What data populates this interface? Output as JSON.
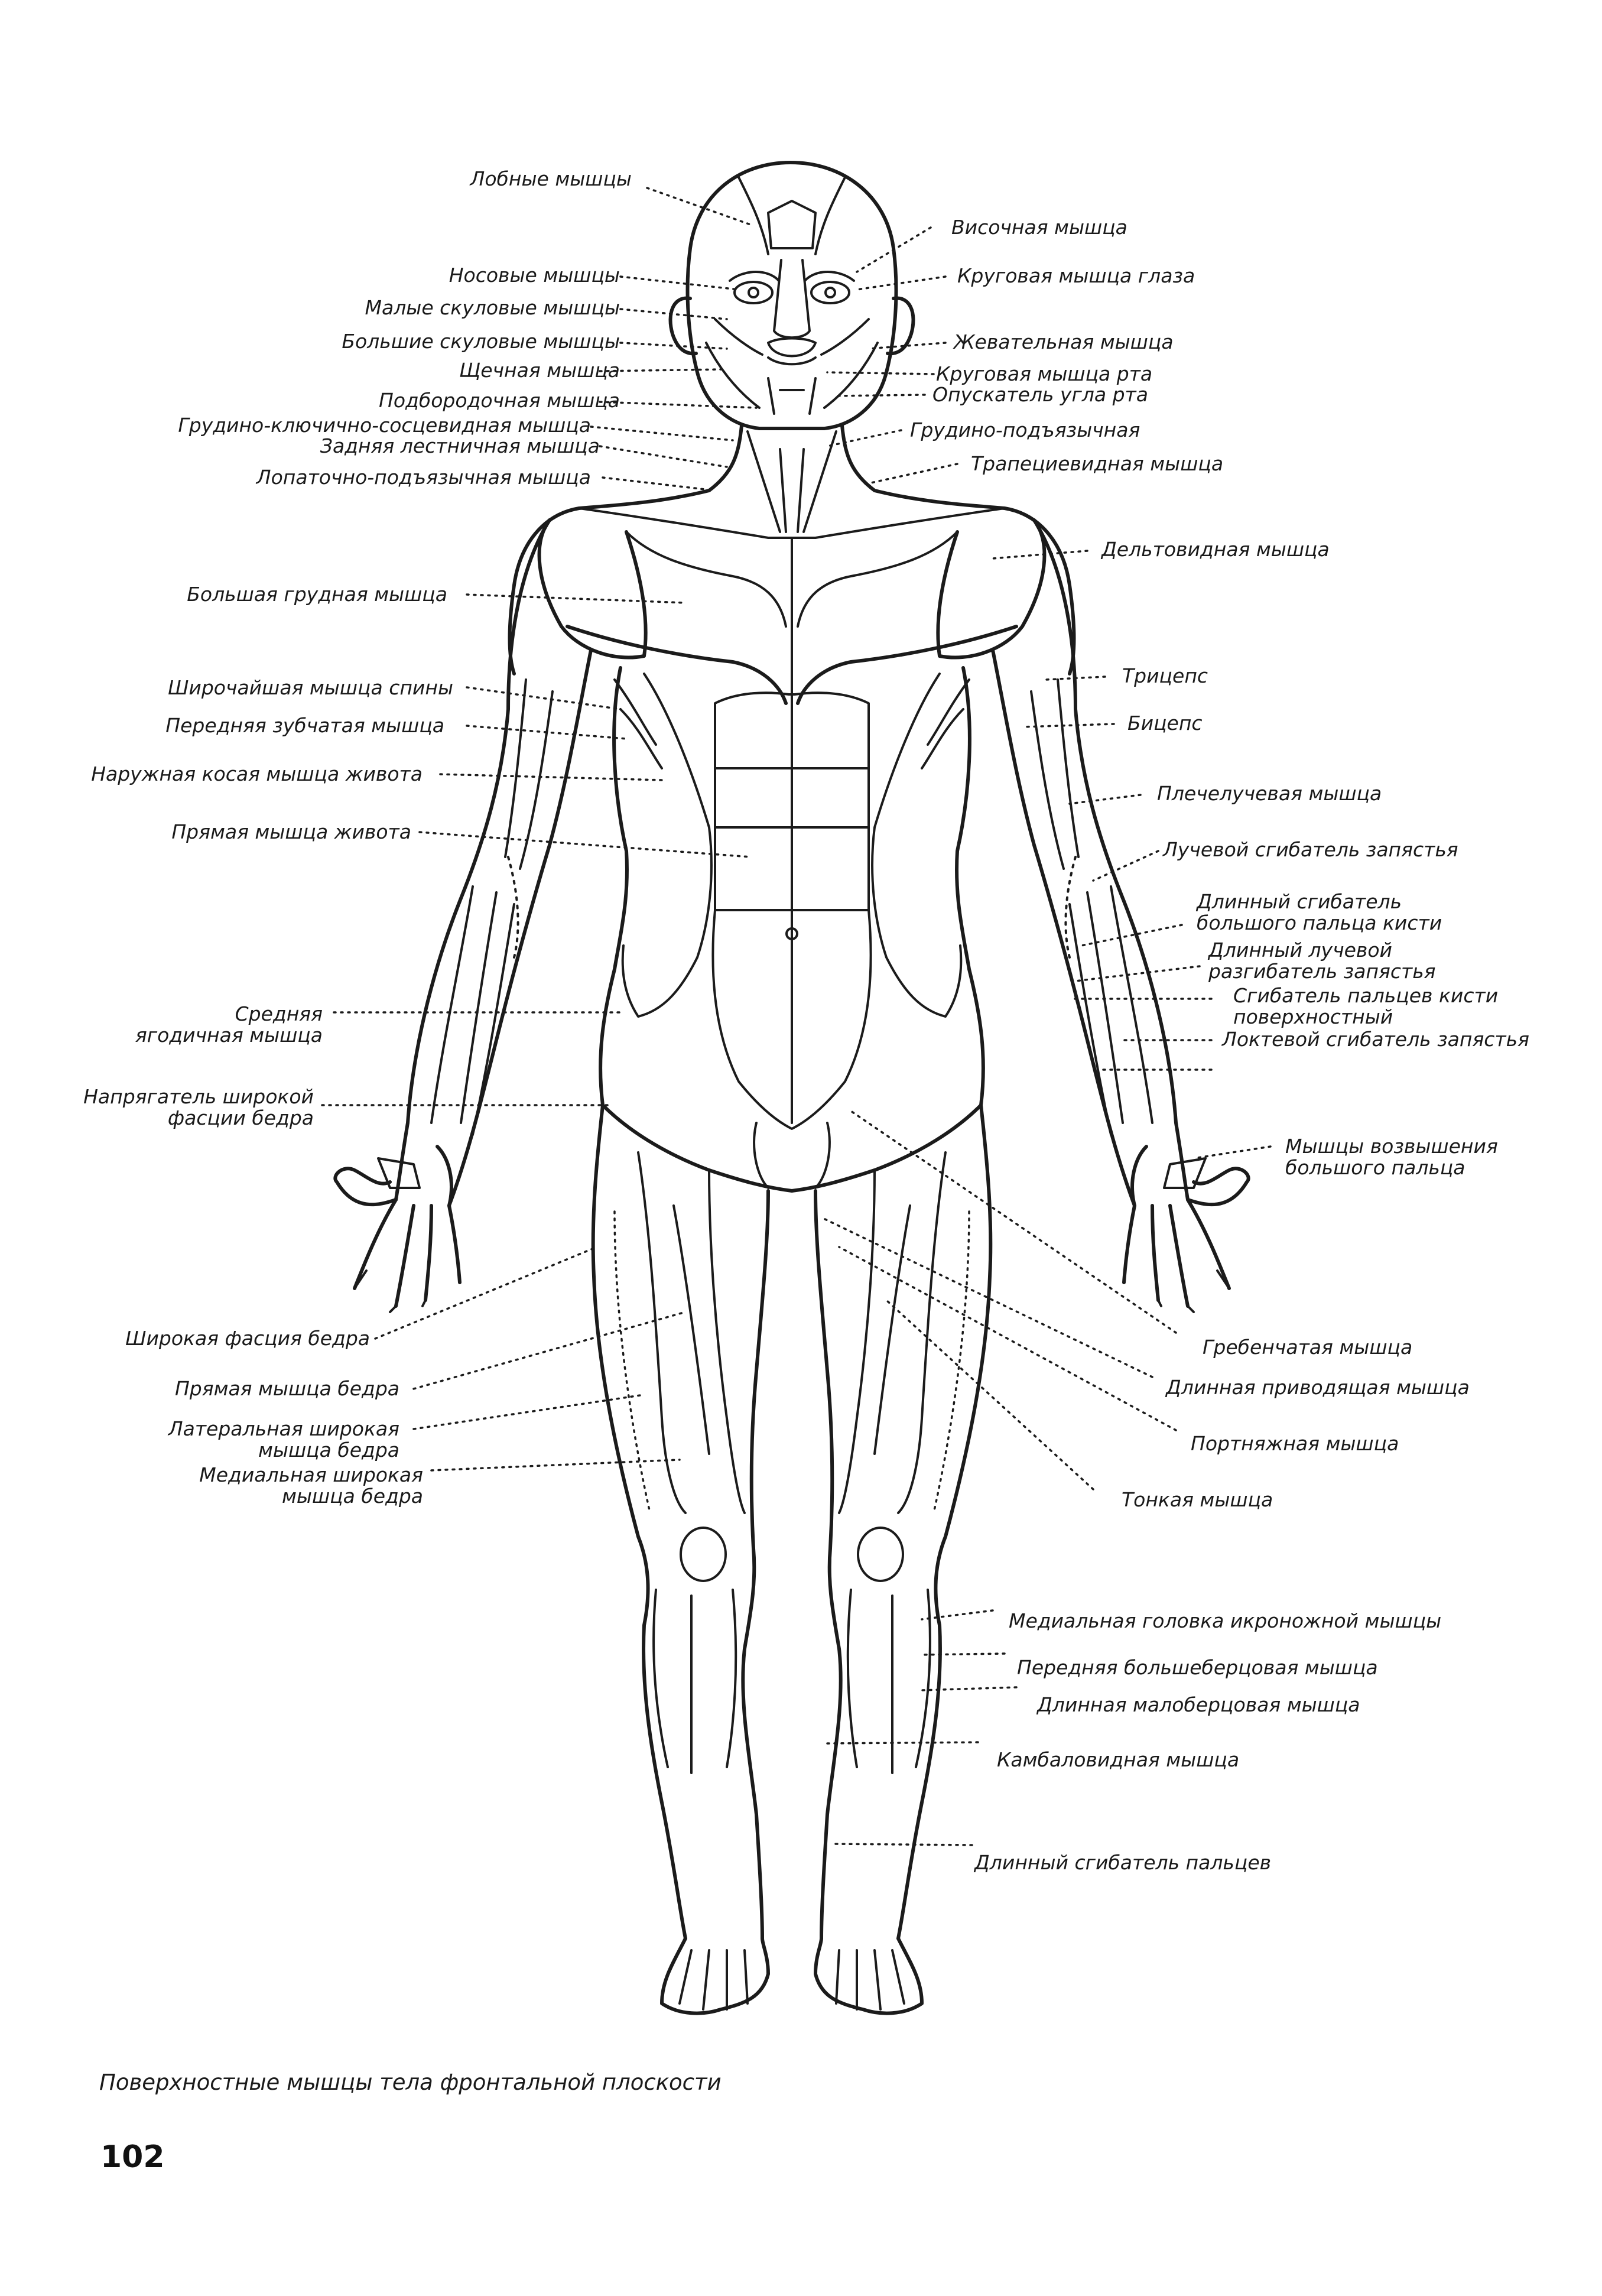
{
  "caption": "Поверхностные мышцы тела фронтальной плоскости",
  "page_number": "102",
  "left_labels": [
    "Лобные мышцы",
    "Носовые мышцы",
    "Малые скуловые мышцы",
    "Большие скуловые мышцы",
    "Щечная мышца",
    "Подбородочная мышца",
    "Грудино-ключично-сосцевидная мышца",
    "Задняя лестничная мышца",
    "Лопаточно-подъязычная мышца",
    "Большая грудная мышца",
    "Широчайшая мышца спины",
    "Передняя зубчатая мышца",
    "Наружная косая мышца живота",
    "Прямая мышца живота",
    "Средняя\nягодичная мышца",
    "Напрягатель широкой\nфасции бедра",
    "Широкая фасция бедра",
    "Прямая мышца бедра",
    "Латеральная широкая\nмышца бедра",
    "Медиальная широкая\nмышца бедра"
  ],
  "right_labels": [
    "Височная мышца",
    "Круговая мышца глаза",
    "Жевательная мышца",
    "Круговая мышца рта",
    "Опускатель угла рта",
    "Грудино-подъязычная",
    "Трапециевидная мышца",
    "Дельтовидная мышца",
    "Трицепс",
    "Бицепс",
    "Плечелучевая мышца",
    "Лучевой сгибатель запястья",
    "Длинный сгибатель\nбольшого пальца кисти",
    "Длинный лучевой\nразгибатель запястья",
    "Сгибатель пальцев кисти\nповерхностный",
    "Локтевой сгибатель запястья",
    "Мышцы возвышения\nбольшого пальца",
    "Гребенчатая мышца",
    "Длинная приводящая мышца",
    "Портняжная мышца",
    "Тонкая мышца",
    "Медиальная головка икроножной мышцы",
    "Передняя большеберцовая мышца",
    "Длинная малоберцовая мышца",
    "Камбаловидная мышца",
    "Длинный сгибатель пальцев"
  ]
}
